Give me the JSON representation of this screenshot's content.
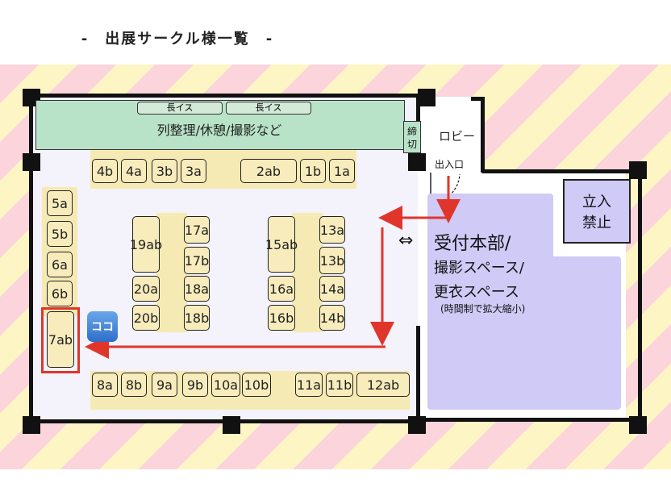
{
  "title": "-　出展サークル様一覧　-",
  "zones": {
    "queue_area": "列整理/休憩/撮影など",
    "bench_left": "長イス",
    "bench_right": "長イス",
    "shime_top": "締",
    "shime_bottom": "切",
    "lobby": "ロビー",
    "entrance": "出入口",
    "restricted_line1": "立入",
    "restricted_line2": "禁止",
    "arrow_symbol": "⇔",
    "reception_line1": "受付本部/",
    "reception_line2": "撮影スペース/",
    "reception_line3": "更衣スペース",
    "reception_note": "(時間制で拡大縮小)",
    "here_badge": "ココ"
  },
  "booths": {
    "b4b": "4b",
    "b4a": "4a",
    "b3b": "3b",
    "b3a": "3a",
    "b2ab": "2ab",
    "b1b": "1b",
    "b1a": "1a",
    "b5a": "5a",
    "b5b": "5b",
    "b6a": "6a",
    "b6b": "6b",
    "b7ab": "7ab",
    "b19ab": "19ab",
    "b20a": "20a",
    "b20b": "20b",
    "b17a": "17a",
    "b17b": "17b",
    "b18a": "18a",
    "b18b": "18b",
    "b15ab": "15ab",
    "b16a": "16a",
    "b16b": "16b",
    "b13a": "13a",
    "b13b": "13b",
    "b14a": "14a",
    "b14b": "14b",
    "b8a": "8a",
    "b8b": "8b",
    "b9a": "9a",
    "b9b": "9b",
    "b10a": "10a",
    "b10b": "10b",
    "b11a": "11a",
    "b11b": "11b",
    "b12ab": "12ab"
  },
  "colors": {
    "route_arrow": "#e0352b",
    "reception_area": "#cfcaf6",
    "queue_area": "#b9e3c9",
    "booth_fill": "#f8ecbc"
  }
}
